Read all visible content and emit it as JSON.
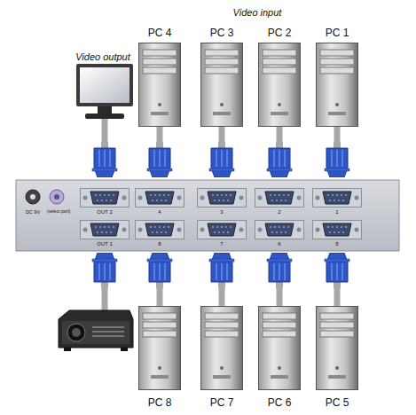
{
  "diagram": {
    "labels": [
      "Video input",
      "Video output",
      "PC 4",
      "PC 3",
      "PC 2",
      "PC 1",
      "OUT 2",
      "4",
      "3",
      "2",
      "1",
      "DC 9V",
      "(select port)",
      "OUT 1",
      "8",
      "7",
      "6",
      "5",
      "PC 8",
      "PC 7",
      "PC 6",
      "PC 5"
    ]
  }
}
